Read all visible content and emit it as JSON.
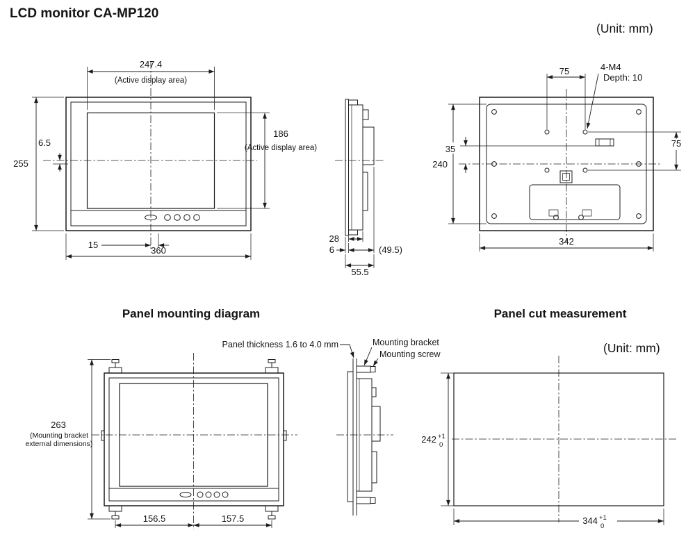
{
  "page": {
    "title": "LCD monitor  CA-MP120",
    "unit_label_top": "(Unit: mm)",
    "unit_label_bottom": "(Unit: mm)"
  },
  "headings": {
    "panel_mounting": "Panel mounting diagram",
    "panel_cut": "Panel cut measurement"
  },
  "front_view": {
    "active_width": "247.4",
    "active_width_note": "(Active display area)",
    "active_height": "186",
    "active_height_note": "(Active display area)",
    "center_offset_v": "6.5",
    "overall_height": "255",
    "center_offset_h": "15",
    "overall_width": "360"
  },
  "side_view": {
    "body_depth": "28",
    "bezel_depth": "6",
    "rear_depth": "(49.5)",
    "total_depth": "55.5"
  },
  "rear_view": {
    "vesa_pitch_h": "75",
    "vesa_pitch_v": "75",
    "screw_spec": "4-M4",
    "screw_depth": "Depth: 10",
    "offset_35": "35",
    "inner_height": "240",
    "outer_width": "342"
  },
  "mounting_view": {
    "bracket_height": "263",
    "bracket_note_line1": "(Mounting bracket",
    "bracket_note_line2": "external dimensions)",
    "screw_left_offset": "156.5",
    "screw_right_offset": "157.5",
    "panel_thickness_note": "Panel thickness 1.6 to 4.0 mm",
    "mounting_bracket_label": "Mounting bracket",
    "mounting_screw_label": "Mounting screw"
  },
  "panel_cut_view": {
    "cut_height": "242",
    "cut_height_tol_plus": "+1",
    "cut_height_tol_minus": "0",
    "cut_width": "344",
    "cut_width_tol_plus": "+1",
    "cut_width_tol_minus": "0"
  }
}
